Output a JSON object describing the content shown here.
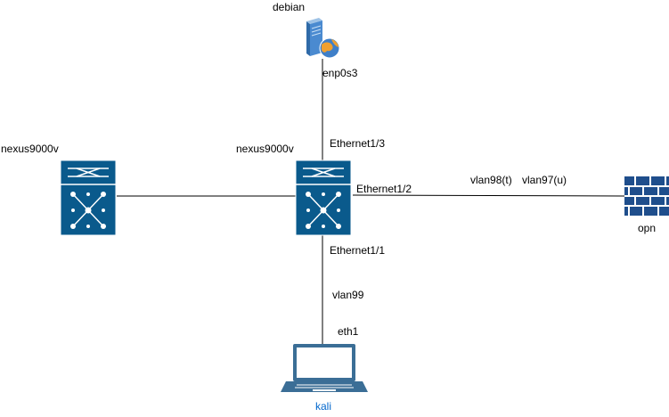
{
  "nodes": {
    "debian": {
      "label": "debian",
      "icon": "server-icon"
    },
    "core_switch": {
      "label": "nexus9000v",
      "icon": "nexus-switch-icon"
    },
    "left_switch": {
      "label": "nexus9000v",
      "icon": "nexus-switch-icon"
    },
    "firewall": {
      "label": "opn",
      "icon": "firewall-icon"
    },
    "kali": {
      "label": "kali",
      "icon": "laptop-icon"
    }
  },
  "links": {
    "debian_core": {
      "src_port": "enp0s3",
      "dst_port": "Ethernet1/3"
    },
    "core_firewall": {
      "src_port": "Ethernet1/2",
      "tagged_vlan": "vlan98(t)",
      "untagged_vlan": "vlan97(u)"
    },
    "core_kali": {
      "src_port": "Ethernet1/1",
      "vlan": "vlan99",
      "dst_port": "eth1"
    }
  },
  "colors": {
    "switch_blue": "#0a5a8c",
    "firewall_blue": "#1f4e8c",
    "laptop_blue": "#3b6e96",
    "kali_label": "#0066cc",
    "line": "#000000"
  }
}
